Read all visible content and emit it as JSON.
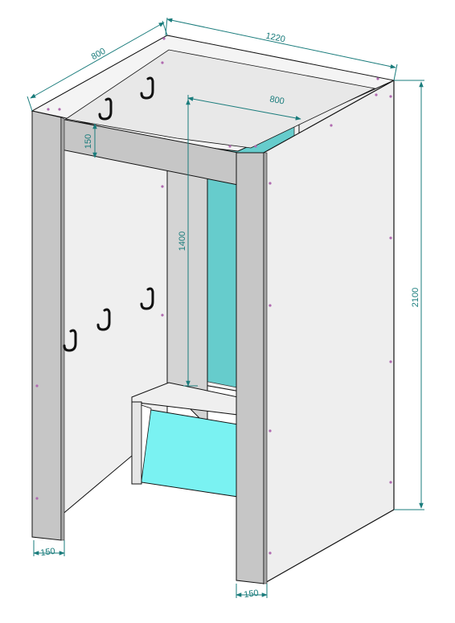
{
  "drawing": {
    "colors": {
      "dimension": "#1a7c7c",
      "panel": "#efefef",
      "post": "#c6c6c6",
      "mirror": "#66cccc",
      "shoe_rack": "#7af2f2",
      "outline": "#111111",
      "hook": "#111111",
      "screw": "#b06ab0"
    },
    "dimensions": {
      "total_width": "1220",
      "depth": "800",
      "height": "2100",
      "mirror_width": "800",
      "mirror_height": "1400",
      "beam_height": "150",
      "post_left": "150",
      "post_right": "150"
    },
    "hooks": {
      "upper_count": 2,
      "lower_count": 3
    }
  }
}
